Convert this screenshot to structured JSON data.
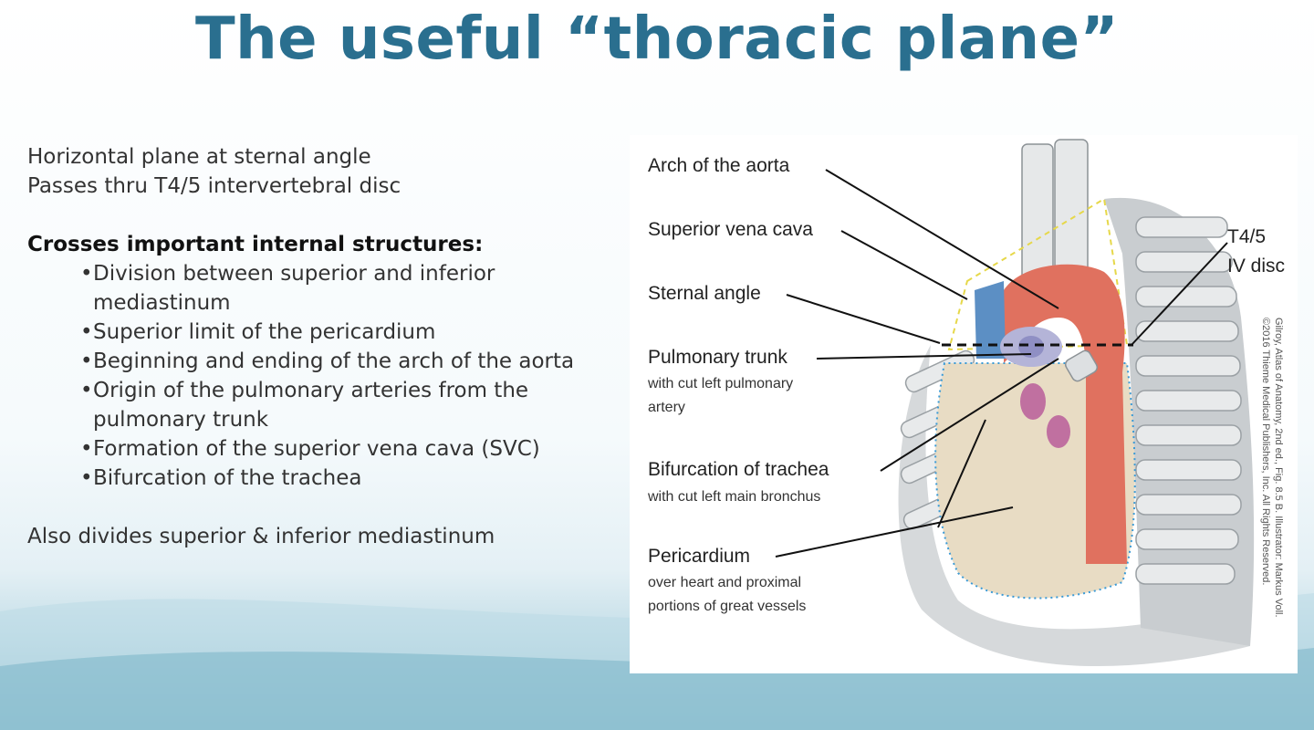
{
  "title": "The useful “thoracic plane”",
  "intro": [
    "Horizontal plane at sternal angle",
    "Passes thru T4/5 intervertebral disc"
  ],
  "heading": "Crosses important internal structures:",
  "bullets": [
    "Division between superior and inferior mediastinum",
    "Superior limit of the pericardium",
    "Beginning and ending of the arch of the aorta",
    "Origin of the pulmonary arteries from the pulmonary trunk",
    "Formation of the superior vena cava (SVC)",
    "Bifurcation of the trachea"
  ],
  "bullet_glyph": "•",
  "footer": "Also divides superior & inferior mediastinum",
  "figure": {
    "labels": {
      "arch": "Arch of the aorta",
      "svc": "Superior vena cava",
      "sternal": "Sternal angle",
      "pulm": "Pulmonary trunk",
      "pulm_sub1": "with cut left pulmonary",
      "pulm_sub2": "artery",
      "bifur": "Bifurcation of trachea",
      "bifur_sub": "with cut left main bronchus",
      "peri": "Pericardium",
      "peri_sub1": "over heart and proximal",
      "peri_sub2": "portions of great vessels",
      "t45_1": "T4/5",
      "t45_2": "IV disc"
    },
    "credit_line1": "Gilroy, Atlas of Anatomy, 2nd ed., Fig. 8.5 B. Illustrator: Markus Voll.",
    "credit_line2": "©2016 Thieme Medical Publishers, Inc. All Rights Reserved."
  },
  "colors": {
    "title": "#2a6f8f",
    "aorta": "#e0715f",
    "svc": "#5c8fc4",
    "pericardium": "#e8dcc4",
    "pulmonary": "#b4b4d8",
    "plane_line": "#111111",
    "pericardium_outline": "#3a9ad6"
  }
}
